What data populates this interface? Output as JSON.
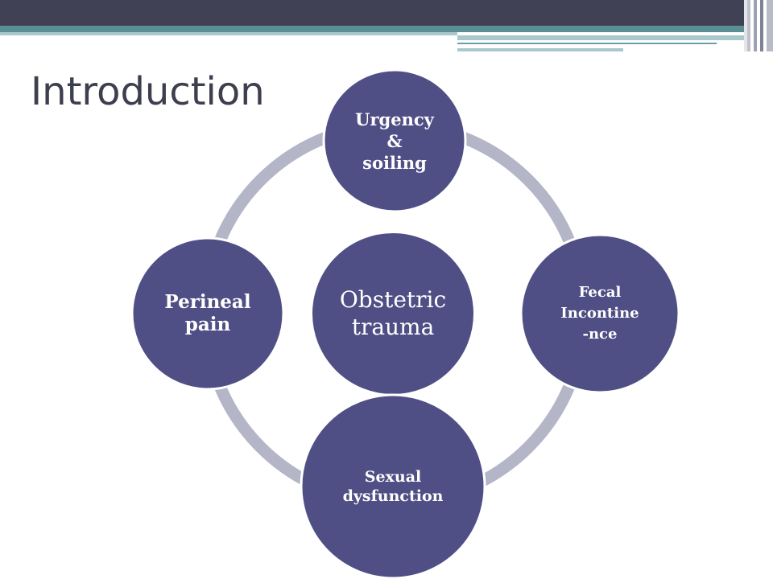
{
  "slide": {
    "title": "Introduction"
  },
  "diagram": {
    "center": {
      "label": "Obstetric\ntrauma"
    },
    "nodes": [
      {
        "id": "urgency",
        "label": "Urgency\n&\nsoiling"
      },
      {
        "id": "fecal",
        "label": "Fecal\nIncontine\n-nce"
      },
      {
        "id": "sexual",
        "label": "Sexual\ndysfunction"
      },
      {
        "id": "perineal",
        "label": "Perineal\npain"
      }
    ]
  },
  "colors": {
    "node_fill": "#4f4f86",
    "node_stroke": "#ffffff",
    "ring_stroke": "#b4b5c7",
    "title_text": "#3e3f4e",
    "top_bar": "#404154",
    "teal_band": "#5a8f96"
  }
}
